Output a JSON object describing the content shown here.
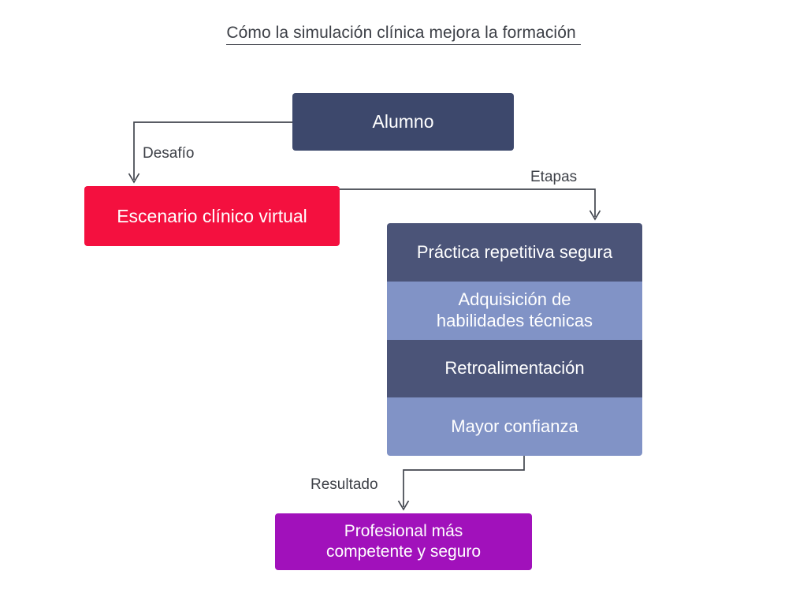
{
  "page": {
    "title": "Cómo la simulación clínica mejora la formación ",
    "background_color": "#ffffff",
    "text_color": "#3c3f46"
  },
  "diagram": {
    "type": "flowchart",
    "nodes": {
      "alumno": {
        "label": "Alumno",
        "color": "#3d486c",
        "text_color": "#ffffff"
      },
      "escenario": {
        "label": "Escenario clínico virtual",
        "color": "#f4103f",
        "text_color": "#ffffff"
      },
      "profesional": {
        "label": "Profesional más\ncompetente y seguro",
        "color": "#a111bb",
        "text_color": "#ffffff"
      }
    },
    "stack": {
      "name": "etapas-stack",
      "bands": [
        {
          "label": "Práctica repetitiva segura",
          "color": "#4b5478"
        },
        {
          "label": "Adquisición de\nhabilidades técnicas",
          "color": "#8193c6"
        },
        {
          "label": "Retroalimentación",
          "color": "#4b5478"
        },
        {
          "label": "Mayor confianza",
          "color": "#8193c6"
        }
      ]
    },
    "edges": [
      {
        "label": "Desafío",
        "from": "alumno",
        "to": "escenario"
      },
      {
        "label": "Etapas",
        "from": "escenario",
        "to": "etapas-stack"
      },
      {
        "label": "Resultado",
        "from": "etapas-stack",
        "to": "profesional"
      }
    ],
    "edge_color": "#42464f"
  }
}
